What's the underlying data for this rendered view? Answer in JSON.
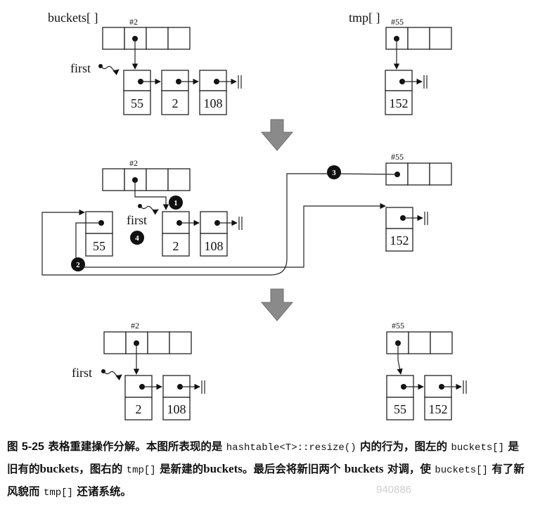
{
  "diagram": {
    "top": {
      "buckets_label": "buckets[ ]",
      "tmp_label": "tmp[ ]",
      "bucket_index_left": "#2",
      "bucket_index_right": "#55",
      "first_label": "first",
      "left_list": [
        "55",
        "2",
        "108"
      ],
      "right_list": [
        "152"
      ]
    },
    "middle": {
      "bucket_index_left": "#2",
      "bucket_index_right": "#55",
      "first_label": "first",
      "moved_node": "55",
      "left_list": [
        "2",
        "108"
      ],
      "right_list": [
        "152"
      ],
      "steps": [
        "1",
        "2",
        "3",
        "4"
      ]
    },
    "bottom": {
      "bucket_index_left": "#2",
      "bucket_index_right": "#55",
      "first_label": "first",
      "left_list": [
        "2",
        "108"
      ],
      "right_list": [
        "55",
        "152"
      ]
    }
  },
  "caption": {
    "fig_label": "图",
    "fig_number": "5-25",
    "p1": "表格重建操作分解。本图所表现的是",
    "code1": "hashtable<T>::resize()",
    "p2": "内的行为，图左的",
    "code2": "buckets[]",
    "p3": "是旧有的",
    "w1": "buckets",
    "p4": "，图右的",
    "code3": "tmp[]",
    "p5": "是新建的",
    "w2": "buckets",
    "p6": "。最后会将新旧两个",
    "w3": "buckets",
    "p7": "对调，使",
    "code4": "buckets[]",
    "p8": "有了新风貌而",
    "code5": "tmp[]",
    "p9": "还诸系统。"
  },
  "watermark": "940886"
}
